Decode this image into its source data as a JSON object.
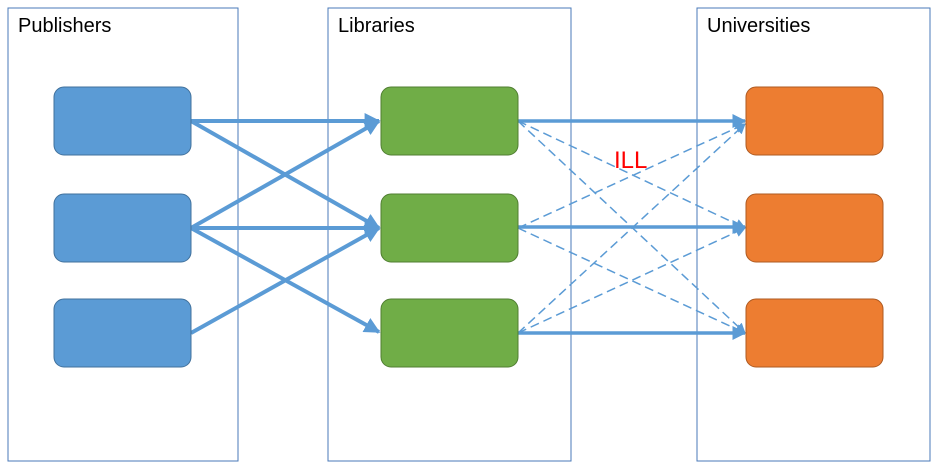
{
  "columns": [
    {
      "title": "Publishers"
    },
    {
      "title": "Libraries"
    },
    {
      "title": "Universities"
    }
  ],
  "ill_label": "ILL",
  "colors": {
    "frame": "#4a7ab8",
    "publisher": "#5b9bd5",
    "library": "#70ad47",
    "university": "#ed7d31",
    "arrow": "#5b9bd5",
    "ill_label": "#ff0000"
  }
}
